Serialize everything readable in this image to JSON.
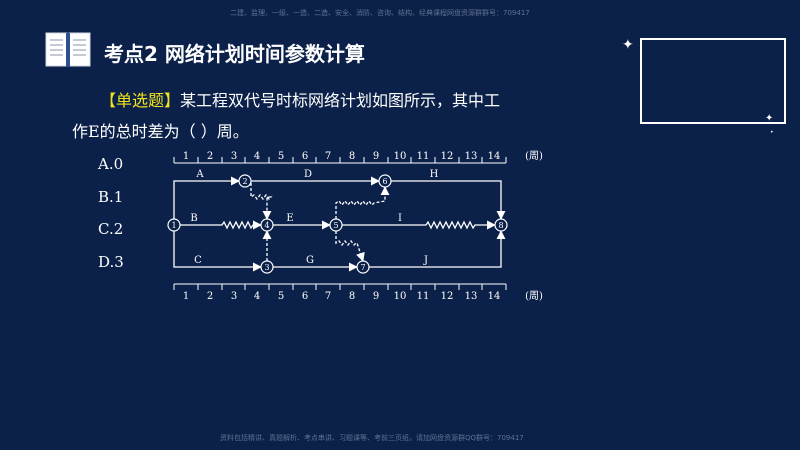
{
  "watermark_top": "二建、监理、一级、一造、二造、安全、消防、咨询、结构、经典课程网盘资源群群号：709417",
  "watermark_bottom": "资料包括精讲、真题解析、考点串讲、习题课等、考前三页纸，请加网盘资源群QQ群号：709417",
  "title": "考点2 网络计划时间参数计算",
  "question": {
    "type_label": "【单选题】",
    "text_line1": "某工程双代号时标网络计划如图所示，其中工",
    "text_line2": "作E的总时差为（ ）周。"
  },
  "options": [
    "A.0",
    "B.1",
    "C.2",
    "D.3"
  ],
  "diagram": {
    "weeks": [
      "1",
      "2",
      "3",
      "4",
      "5",
      "6",
      "7",
      "8",
      "9",
      "10",
      "11",
      "12",
      "13",
      "14"
    ],
    "unit": "(周)",
    "nodes": [
      "1",
      "2",
      "3",
      "4",
      "5",
      "6",
      "7",
      "8"
    ],
    "activities": [
      "A",
      "B",
      "C",
      "D",
      "E",
      "G",
      "H",
      "I",
      "J"
    ]
  },
  "icons": [
    "book-icon",
    "sparkle-icon"
  ],
  "colors": {
    "background": "#0c2149",
    "text": "#ffffff",
    "accent": "#f2e21b"
  }
}
